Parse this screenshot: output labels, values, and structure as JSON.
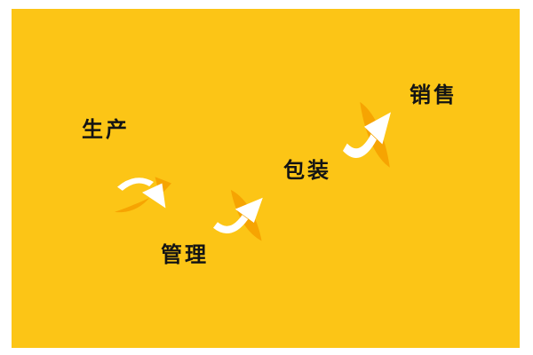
{
  "page": {
    "background": "#ffffff"
  },
  "panel": {
    "background": "#fcc516"
  },
  "colors": {
    "page_bg": "#ffffff",
    "panel_bg": "#fcc516",
    "accent_orange": "#f6a402",
    "arrow_white": "#ffffff",
    "label_text": "#141414"
  },
  "stages": [
    {
      "name": "production",
      "label": "生产"
    },
    {
      "name": "management",
      "label": "管理"
    },
    {
      "name": "packaging",
      "label": "包装"
    },
    {
      "name": "sales",
      "label": "销售"
    }
  ],
  "icons": [
    {
      "name": "curved-arrow-down-right-icon"
    },
    {
      "name": "curved-arrow-up-right-icon"
    },
    {
      "name": "curved-arrow-up-right-icon"
    }
  ]
}
